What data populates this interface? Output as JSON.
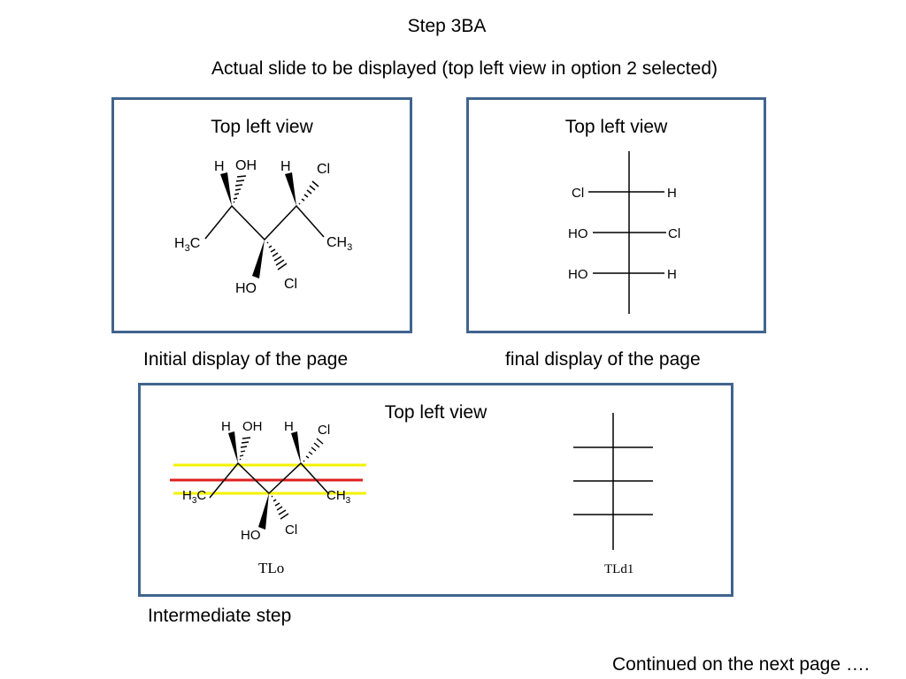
{
  "slide": {
    "title": "Step 3BA",
    "subtitle": "Actual slide to be displayed (top left view in option 2 selected)",
    "footer": "Continued on the next page …."
  },
  "panels": {
    "initial": {
      "title": "Top left view",
      "caption": "Initial display of the page",
      "atoms": {
        "h1": "H",
        "oh": "OH",
        "h2": "H",
        "cl1": "Cl",
        "h3c_main": "H",
        "h3c_sub": "3",
        "h3c_c": "C",
        "ch3_main": "CH",
        "ch3_sub": "3",
        "ho": "HO",
        "cl2": "Cl"
      }
    },
    "final": {
      "title": "Top left view",
      "caption": "final display of the page",
      "rows": [
        {
          "left": "Cl",
          "right": "H"
        },
        {
          "left": "HO",
          "right": "Cl"
        },
        {
          "left": "HO",
          "right": "H"
        }
      ]
    },
    "intermediate": {
      "title": "Top left view",
      "caption": "Intermediate step",
      "molecule_label": "TLo",
      "projection_label": "TLd1",
      "atoms": {
        "h1": "H",
        "oh": "OH",
        "h2": "H",
        "cl1": "Cl",
        "h3c_main": "H",
        "h3c_sub": "3",
        "h3c_c": "C",
        "ch3_main": "CH",
        "ch3_sub": "3",
        "ho": "HO",
        "cl2": "Cl"
      },
      "line_colors": {
        "outer": "#f2f200",
        "middle": "#e02020"
      }
    }
  }
}
